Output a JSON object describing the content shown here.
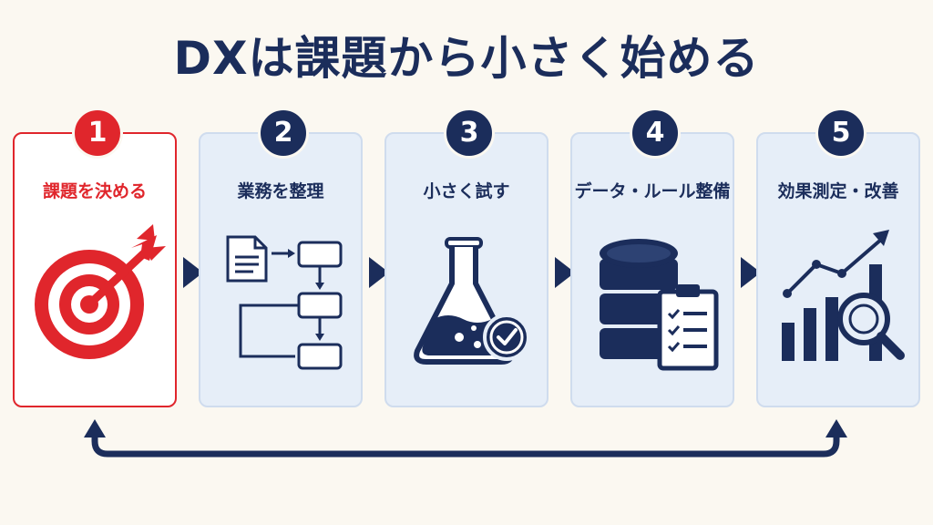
{
  "title": "DXは課題から小さく始める",
  "steps": [
    {
      "number": "1",
      "label": "課題を決める",
      "icon": "target-arrow-icon"
    },
    {
      "number": "2",
      "label": "業務を整理",
      "icon": "workflow-icon"
    },
    {
      "number": "3",
      "label": "小さく試す",
      "icon": "flask-check-icon"
    },
    {
      "number": "4",
      "label": "データ・ルール整備",
      "icon": "database-checklist-icon"
    },
    {
      "number": "5",
      "label": "効果測定・改善",
      "icon": "chart-magnifier-icon"
    }
  ],
  "active_step": "1",
  "colors": {
    "navy": "#1b2d5b",
    "red": "#e0262c",
    "card_bg": "#e6eef8",
    "page_bg": "#fbf8f1"
  }
}
